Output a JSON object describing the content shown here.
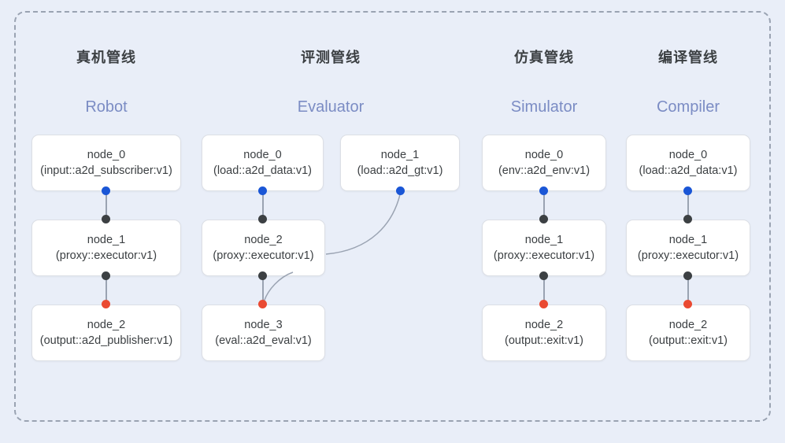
{
  "diagram": {
    "frame_style": "dashed",
    "background_color": "#e9eef8",
    "accent_color": "#7b8cc4",
    "dot_colors": {
      "input": "#1a56d6",
      "internal": "#3c4043",
      "output": "#ea4a32"
    },
    "columns": [
      {
        "id": "robot",
        "title_cn": "真机管线",
        "title_en": "Robot",
        "nodes": [
          {
            "name": "node_0",
            "spec": "(input::a2d_subscriber:v1)"
          },
          {
            "name": "node_1",
            "spec": "(proxy::executor:v1)"
          },
          {
            "name": "node_2",
            "spec": "(output::a2d_publisher:v1)"
          }
        ]
      },
      {
        "id": "evaluator",
        "title_cn": "评测管线",
        "title_en": "Evaluator",
        "nodes": [
          {
            "name": "node_0",
            "spec": "(load::a2d_data:v1)"
          },
          {
            "name": "node_1",
            "spec": "(load::a2d_gt:v1)"
          },
          {
            "name": "node_2",
            "spec": "(proxy::executor:v1)"
          },
          {
            "name": "node_3",
            "spec": "(eval::a2d_eval:v1)"
          }
        ]
      },
      {
        "id": "simulator",
        "title_cn": "仿真管线",
        "title_en": "Simulator",
        "nodes": [
          {
            "name": "node_0",
            "spec": "(env::a2d_env:v1)"
          },
          {
            "name": "node_1",
            "spec": "(proxy::executor:v1)"
          },
          {
            "name": "node_2",
            "spec": "(output::exit:v1)"
          }
        ]
      },
      {
        "id": "compiler",
        "title_cn": "编译管线",
        "title_en": "Compiler",
        "nodes": [
          {
            "name": "node_0",
            "spec": "(load::a2d_data:v1)"
          },
          {
            "name": "node_1",
            "spec": "(proxy::executor:v1)"
          },
          {
            "name": "node_2",
            "spec": "(output::exit:v1)"
          }
        ]
      }
    ]
  }
}
